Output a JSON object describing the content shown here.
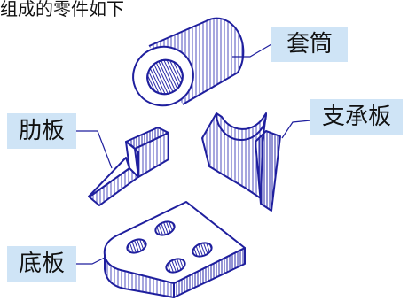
{
  "header": {
    "text": "组成的零件如下"
  },
  "labels": {
    "taotong": "套筒",
    "leban": "肋板",
    "zhichengban": "支承板",
    "diban": "底板"
  },
  "colors": {
    "line": "#1f1f9e",
    "hatch": "#3b3bb8",
    "label_bg": "#cfe4f6",
    "face": "#ffffff"
  }
}
